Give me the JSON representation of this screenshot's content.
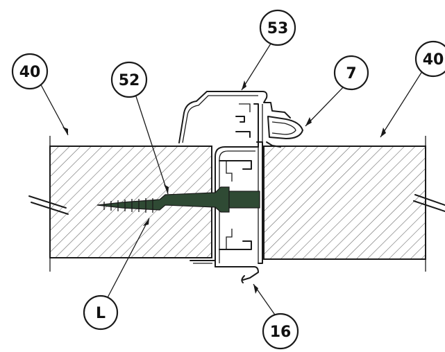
{
  "labels": {
    "wall_left": "40",
    "wall_right": "40",
    "screw": "52",
    "cover_profile": "53",
    "seal": "7",
    "base_profile": "16",
    "length": "L"
  },
  "colors": {
    "screw": "#2f4a34",
    "line": "#1a1a1a",
    "hatch": "#6a6a6a"
  }
}
